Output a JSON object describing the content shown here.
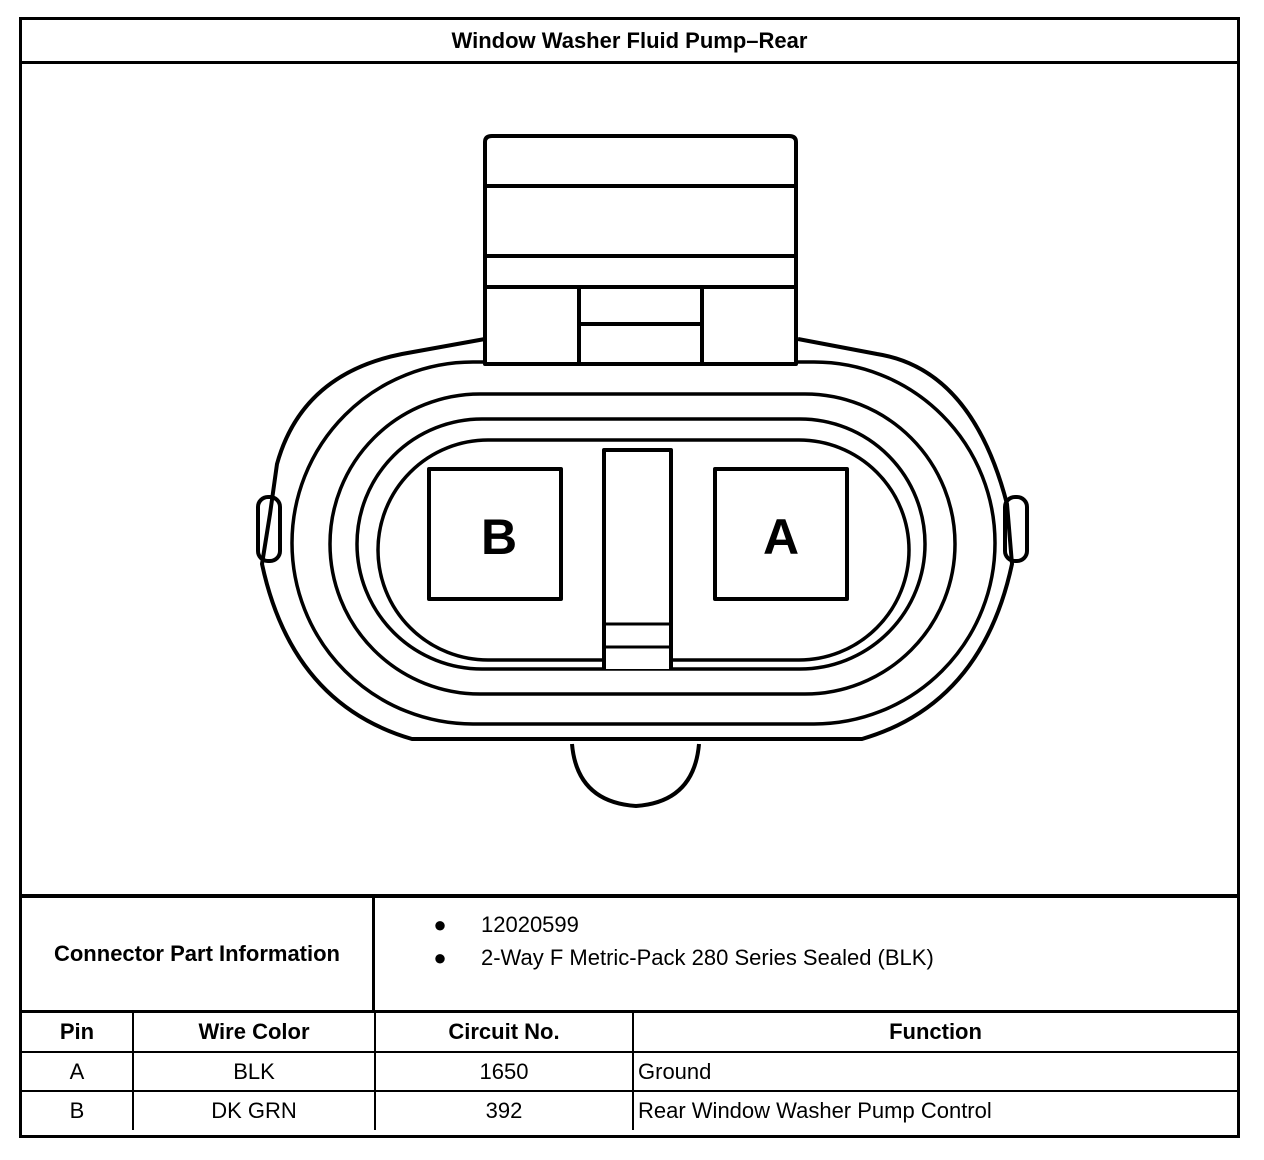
{
  "title": "Window Washer Fluid Pump–Rear",
  "connector": {
    "cavity_labels": [
      "B",
      "A"
    ]
  },
  "part_info": {
    "label": "Connector Part Information",
    "items": [
      "12020599",
      "2-Way F Metric-Pack 280 Series Sealed (BLK)"
    ]
  },
  "pin_table": {
    "headers": [
      "Pin",
      "Wire Color",
      "Circuit No.",
      "Function"
    ],
    "rows": [
      [
        "A",
        "BLK",
        "1650",
        "Ground"
      ],
      [
        "B",
        "DK GRN",
        "392",
        "Rear Window Washer Pump Control"
      ]
    ]
  }
}
